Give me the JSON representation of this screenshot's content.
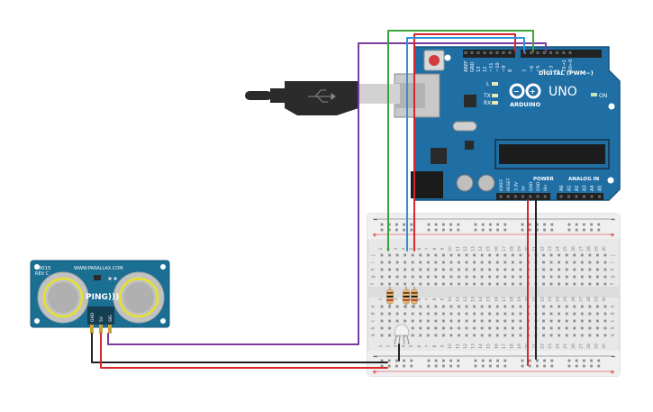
{
  "colors": {
    "arduino_board": "#1f6fa5",
    "arduino_edge": "#17557f",
    "sensor_board": "#1a6f93",
    "breadboard": "#e9e9e9",
    "wire_green": "#3aa53a",
    "wire_red": "#d8262a",
    "wire_blue": "#2f8fd8",
    "wire_purple": "#7a3a9e",
    "wire_black": "#222222",
    "usb_plug": "#2b2b2b",
    "usb_cable": "#cfcfcf"
  },
  "arduino": {
    "brand": "ARDUINO",
    "model": "UNO",
    "digital_label": "DIGITAL (PWM~)",
    "on_label": "ON",
    "led_l": "L",
    "led_tx": "TX",
    "led_rx": "RX",
    "power_label": "POWER",
    "analog_label": "ANALOG IN",
    "top_pins": [
      "AREF",
      "GND",
      "13",
      "12",
      "~11",
      "~10",
      "~9",
      "8",
      "7",
      "~6",
      "~5",
      "4",
      "~3",
      "2",
      "TX→1",
      "RX←0"
    ],
    "power_pins": [
      "IOREF",
      "RESET",
      "3.3V",
      "5V",
      "GND",
      "GND",
      "Vin"
    ],
    "analog_pins": [
      "A0",
      "A1",
      "A2",
      "A3",
      "A4",
      "A5"
    ]
  },
  "sensor": {
    "part": "28015",
    "rev": "REV C",
    "site": "WWW.PARALLAX.COM",
    "name": "PING)))",
    "pins": [
      "GND",
      "5V",
      "SIG"
    ]
  },
  "breadboard": {
    "row_letters_top": [
      "j",
      "i",
      "h",
      "g",
      "f"
    ],
    "row_letters_bottom": [
      "e",
      "d",
      "c",
      "b",
      "a"
    ],
    "columns": [
      "1",
      "2",
      "3",
      "4",
      "5",
      "6",
      "7",
      "8",
      "9",
      "10",
      "11",
      "12",
      "13",
      "14",
      "15",
      "16",
      "17",
      "18",
      "19",
      "20",
      "21",
      "22",
      "23",
      "24",
      "25",
      "26",
      "27",
      "28",
      "29",
      "30"
    ],
    "rail_plus": "+",
    "rail_minus": "−"
  }
}
